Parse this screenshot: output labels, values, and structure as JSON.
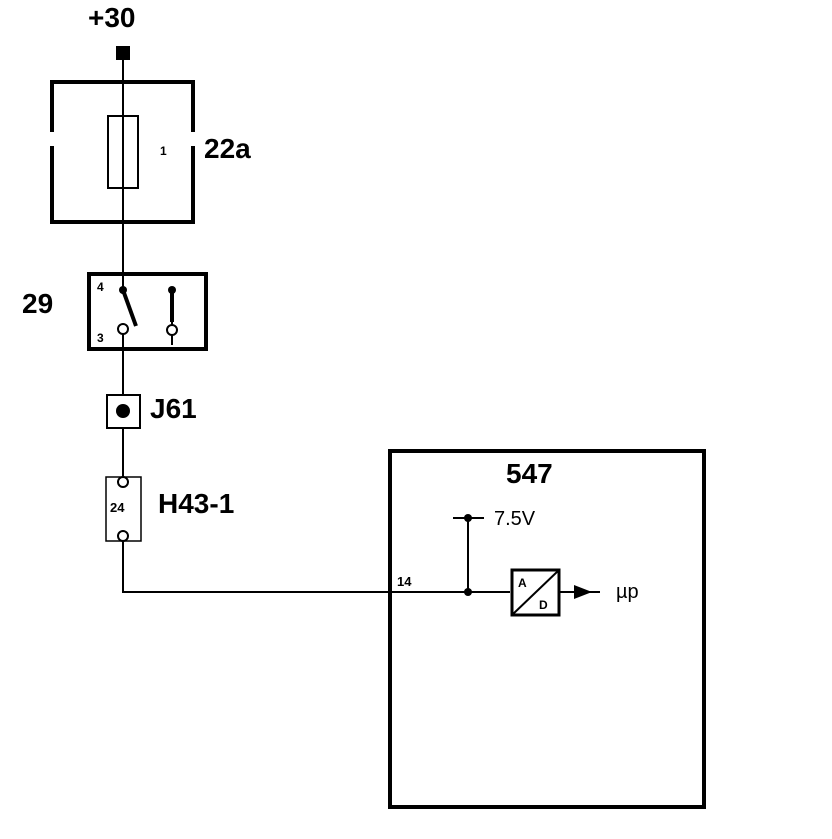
{
  "supply": {
    "label": "+30"
  },
  "fuse_block": {
    "id": "22a",
    "fuse_number": "1"
  },
  "switch": {
    "id": "29",
    "pin_top": "4",
    "pin_bottom": "3"
  },
  "junction": {
    "id": "J61"
  },
  "connector": {
    "id": "H43-1",
    "pin": "24"
  },
  "control_unit": {
    "id": "547",
    "input_pin": "14",
    "reference_voltage": "7.5V",
    "converter_top": "A",
    "converter_bottom": "D",
    "output_label": "µp"
  },
  "colors": {
    "line": "#000000",
    "background": "#ffffff"
  }
}
